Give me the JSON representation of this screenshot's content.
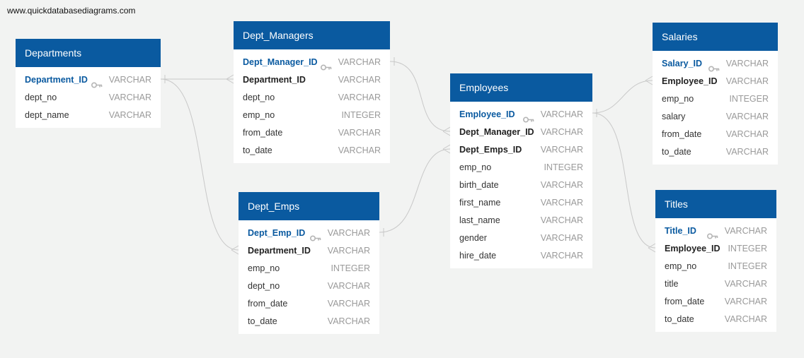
{
  "site_url": "www.quickdatabasediagrams.com",
  "tables": {
    "departments": {
      "name": "Departments",
      "columns": [
        {
          "name": "Department_ID",
          "type": "VARCHAR",
          "role": "pk"
        },
        {
          "name": "dept_no",
          "type": "VARCHAR",
          "role": ""
        },
        {
          "name": "dept_name",
          "type": "VARCHAR",
          "role": ""
        }
      ]
    },
    "dept_managers": {
      "name": "Dept_Managers",
      "columns": [
        {
          "name": "Dept_Manager_ID",
          "type": "VARCHAR",
          "role": "pk"
        },
        {
          "name": "Department_ID",
          "type": "VARCHAR",
          "role": "fk"
        },
        {
          "name": "dept_no",
          "type": "VARCHAR",
          "role": ""
        },
        {
          "name": "emp_no",
          "type": "INTEGER",
          "role": ""
        },
        {
          "name": "from_date",
          "type": "VARCHAR",
          "role": ""
        },
        {
          "name": "to_date",
          "type": "VARCHAR",
          "role": ""
        }
      ]
    },
    "dept_emps": {
      "name": "Dept_Emps",
      "columns": [
        {
          "name": "Dept_Emp_ID",
          "type": "VARCHAR",
          "role": "pk"
        },
        {
          "name": "Department_ID",
          "type": "VARCHAR",
          "role": "fk"
        },
        {
          "name": "emp_no",
          "type": "INTEGER",
          "role": ""
        },
        {
          "name": "dept_no",
          "type": "VARCHAR",
          "role": ""
        },
        {
          "name": "from_date",
          "type": "VARCHAR",
          "role": ""
        },
        {
          "name": "to_date",
          "type": "VARCHAR",
          "role": ""
        }
      ]
    },
    "employees": {
      "name": "Employees",
      "columns": [
        {
          "name": "Employee_ID",
          "type": "VARCHAR",
          "role": "pk"
        },
        {
          "name": "Dept_Manager_ID",
          "type": "VARCHAR",
          "role": "fk"
        },
        {
          "name": "Dept_Emps_ID",
          "type": "VARCHAR",
          "role": "fk"
        },
        {
          "name": "emp_no",
          "type": "INTEGER",
          "role": ""
        },
        {
          "name": "birth_date",
          "type": "VARCHAR",
          "role": ""
        },
        {
          "name": "first_name",
          "type": "VARCHAR",
          "role": ""
        },
        {
          "name": "last_name",
          "type": "VARCHAR",
          "role": ""
        },
        {
          "name": "gender",
          "type": "VARCHAR",
          "role": ""
        },
        {
          "name": "hire_date",
          "type": "VARCHAR",
          "role": ""
        }
      ]
    },
    "salaries": {
      "name": "Salaries",
      "columns": [
        {
          "name": "Salary_ID",
          "type": "VARCHAR",
          "role": "pk"
        },
        {
          "name": "Employee_ID",
          "type": "VARCHAR",
          "role": "fk"
        },
        {
          "name": "emp_no",
          "type": "INTEGER",
          "role": ""
        },
        {
          "name": "salary",
          "type": "VARCHAR",
          "role": ""
        },
        {
          "name": "from_date",
          "type": "VARCHAR",
          "role": ""
        },
        {
          "name": "to_date",
          "type": "VARCHAR",
          "role": ""
        }
      ]
    },
    "titles": {
      "name": "Titles",
      "columns": [
        {
          "name": "Title_ID",
          "type": "VARCHAR",
          "role": "pk"
        },
        {
          "name": "Employee_ID",
          "type": "INTEGER",
          "role": "fk"
        },
        {
          "name": "emp_no",
          "type": "INTEGER",
          "role": ""
        },
        {
          "name": "title",
          "type": "VARCHAR",
          "role": ""
        },
        {
          "name": "from_date",
          "type": "VARCHAR",
          "role": ""
        },
        {
          "name": "to_date",
          "type": "VARCHAR",
          "role": ""
        }
      ]
    }
  },
  "colors": {
    "header": "#0a5aa0",
    "pk_text": "#0a5aa0",
    "type_text": "#9a9a9a",
    "link": "#c8c8c8",
    "background": "#f2f3f2"
  },
  "icons": {
    "primary_key": "key-icon"
  }
}
